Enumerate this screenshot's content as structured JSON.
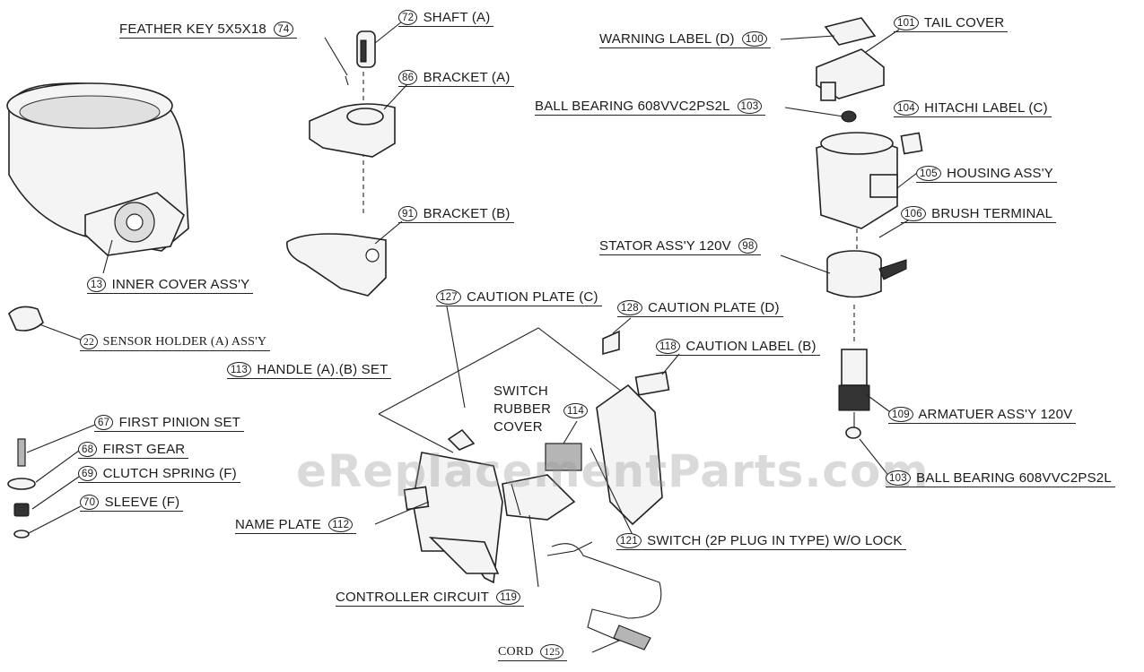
{
  "watermark": "eReplacementParts.com",
  "parts": [
    {
      "id": "p74",
      "num": "74",
      "label": "FEATHER KEY 5X5X18"
    },
    {
      "id": "p72",
      "num": "72",
      "label": "SHAFT (A)"
    },
    {
      "id": "p86",
      "num": "86",
      "label": "BRACKET (A)"
    },
    {
      "id": "p91",
      "num": "91",
      "label": "BRACKET (B)"
    },
    {
      "id": "p13",
      "num": "13",
      "label": "INNER COVER ASS'Y"
    },
    {
      "id": "p22",
      "num": "22",
      "label": "SENSOR HOLDER (A) ASS'Y"
    },
    {
      "id": "p113",
      "num": "113",
      "label": "HANDLE (A).(B) SET"
    },
    {
      "id": "p67",
      "num": "67",
      "label": "FIRST PINION SET"
    },
    {
      "id": "p68",
      "num": "68",
      "label": "FIRST GEAR"
    },
    {
      "id": "p69",
      "num": "69",
      "label": "CLUTCH SPRING (F)"
    },
    {
      "id": "p70",
      "num": "70",
      "label": "SLEEVE (F)"
    },
    {
      "id": "p112",
      "num": "112",
      "label": "NAME PLATE"
    },
    {
      "id": "p119",
      "num": "119",
      "label": "CONTROLLER CIRCUIT"
    },
    {
      "id": "p125",
      "num": "125",
      "label": "CORD"
    },
    {
      "id": "p127",
      "num": "127",
      "label": "CAUTION PLATE (C)"
    },
    {
      "id": "p128",
      "num": "128",
      "label": "CAUTION PLATE (D)"
    },
    {
      "id": "p118",
      "num": "118",
      "label": "CAUTION LABEL (B)"
    },
    {
      "id": "p114",
      "num": "114",
      "label": "SWITCH\nRUBBER\nCOVER"
    },
    {
      "id": "p121",
      "num": "121",
      "label": "SWITCH (2P PLUG IN TYPE) W/O LOCK"
    },
    {
      "id": "p100",
      "num": "100",
      "label": "WARNING LABEL (D)"
    },
    {
      "id": "p101",
      "num": "101",
      "label": "TAIL COVER"
    },
    {
      "id": "p103a",
      "num": "103",
      "label": "BALL BEARING 608VVC2PS2L"
    },
    {
      "id": "p104",
      "num": "104",
      "label": "HITACHI LABEL (C)"
    },
    {
      "id": "p105",
      "num": "105",
      "label": "HOUSING ASS'Y"
    },
    {
      "id": "p106",
      "num": "106",
      "label": "BRUSH TERMINAL"
    },
    {
      "id": "p98",
      "num": "98",
      "label": "STATOR ASS'Y 120V"
    },
    {
      "id": "p109",
      "num": "109",
      "label": "ARMATUER ASS'Y 120V"
    },
    {
      "id": "p103b",
      "num": "103",
      "label": "BALL BEARING 608VVC2PS2L"
    }
  ]
}
